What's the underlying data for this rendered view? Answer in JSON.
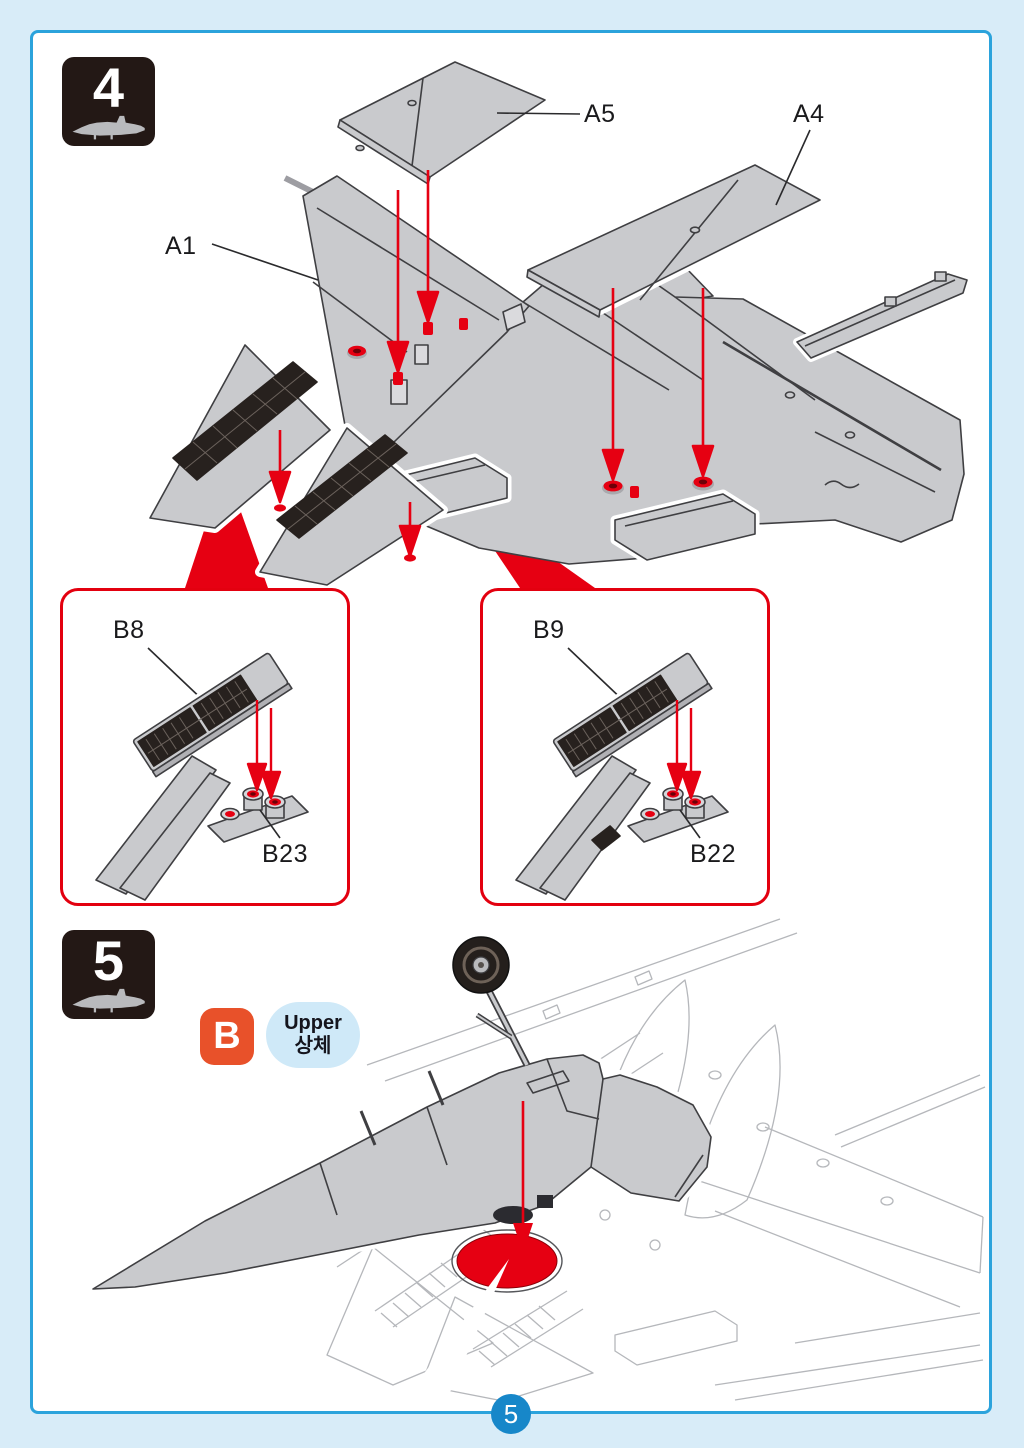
{
  "page": {
    "number": "5"
  },
  "colors": {
    "frame_border": "#2ba3dc",
    "page_margin": "#d8ecf8",
    "paper": "#ffffff",
    "step_badge_bg": "#231815",
    "step_badge_text": "#ffffff",
    "aircraft_silhouette": "#b9babd",
    "part_fill": "#c9cacd",
    "part_stroke": "#3f3f42",
    "ghost_outline": "#b5b7bb",
    "accent_red": "#e60012",
    "callout_box_border": "#e3000f",
    "grille_dark": "#27211e",
    "group_badge_bg": "#e8512a",
    "note_pill_bg": "#cfe9f8",
    "page_number_bg": "#1787c9"
  },
  "step4": {
    "badge_number": "4",
    "labels": {
      "a1": "A1",
      "a4": "A4",
      "a5": "A5"
    },
    "detail_boxes": {
      "left": {
        "grille_label": "B8",
        "duct_label": "B23"
      },
      "right": {
        "grille_label": "B9",
        "duct_label": "B22"
      }
    }
  },
  "step5": {
    "badge_number": "5",
    "part_group_badge": "B",
    "part_group_note": {
      "en": "Upper",
      "ko": "상체"
    }
  }
}
